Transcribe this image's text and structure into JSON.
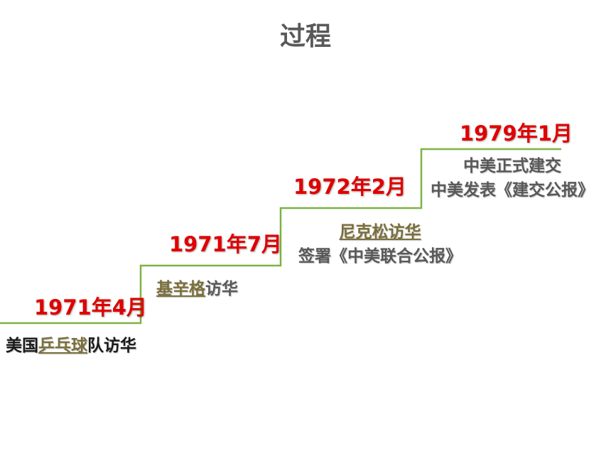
{
  "title": "过程",
  "colors": {
    "title": "#595959",
    "date": "#e00000",
    "text_dark": "#1a1a1a",
    "text_gray": "#595959",
    "link": "#7a6f3c",
    "line": "#7cb342"
  },
  "steps": [
    {
      "date": "1971年4月",
      "line1": {
        "before": "美国",
        "link": "乒乓球",
        "after": "队访华"
      }
    },
    {
      "date": "1971年7月",
      "line1": {
        "before": "",
        "link": "基辛格",
        "after": "访华"
      }
    },
    {
      "date": "1972年2月",
      "line1": {
        "before": "",
        "link": "尼克松访华",
        "after": ""
      },
      "line2": "签署《中美联合公报》"
    },
    {
      "date": "1979年1月",
      "line1": "中美正式建交",
      "line2": "中美发表《建交公报》"
    }
  ]
}
